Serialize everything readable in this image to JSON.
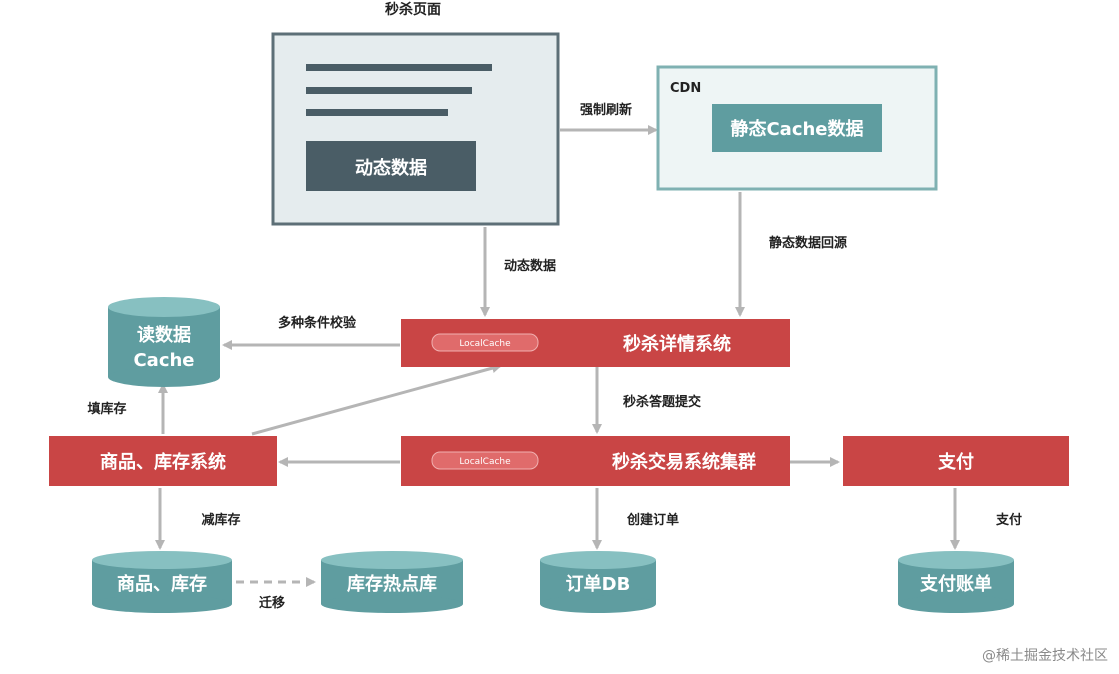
{
  "diagram": {
    "page_title": "秒杀页面",
    "page_dynamic_label": "动态数据",
    "cdn_label": "CDN",
    "cdn_cache_label": "静态Cache数据",
    "edge_force_refresh": "强制刷新",
    "edge_dynamic_data": "动态数据",
    "edge_static_back_to_source": "静态数据回源",
    "read_cache_line1": "读数据",
    "read_cache_line2": "Cache",
    "edge_multi_condition_check": "多种条件校验",
    "detail_system": "秒杀详情系统",
    "localcache_label_1": "LocalCache",
    "edge_answer_submit": "秒杀答题提交",
    "edge_fill_stock": "填库存",
    "goods_stock_system": "商品、库存系统",
    "trade_cluster": "秒杀交易系统集群",
    "localcache_label_2": "LocalCache",
    "payment": "支付",
    "edge_reduce_stock": "减库存",
    "edge_create_order": "创建订单",
    "edge_payment": "支付",
    "db_goods_stock": "商品、库存",
    "edge_migrate": "迁移",
    "db_hot_stock": "库存热点库",
    "db_order": "订单DB",
    "db_payment_bill": "支付账单",
    "watermark": "@稀土掘金技术社区"
  },
  "colors": {
    "red": "#c94545",
    "teal": "#5f9da0",
    "dark_slate": "#4a5d66",
    "light_panel": "#e5ecee",
    "border_grey": "#5d6f77",
    "arrow_grey": "#b5b5b5",
    "cdn_bg": "#eef5f5",
    "cdn_border": "#7fb1b2"
  }
}
